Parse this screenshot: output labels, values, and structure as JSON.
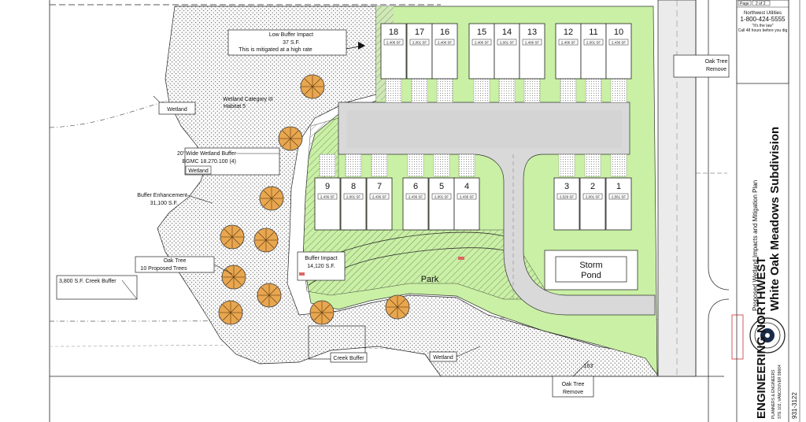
{
  "title_block": {
    "project_title": "White Oak Meadows Subdivision",
    "sheet_subtitle": "Proposed Wetland Impacts and Mitigation Plan",
    "page_label": "Page",
    "page_value": "2 of 2",
    "utility_name": "Northwest Utilities",
    "utility_phone": "1-800-424-5555",
    "utility_law": "\"It's the law\"",
    "utility_note": "Call 48 hours before you dig",
    "firm_name": "ENGINEERING NORTHWEST",
    "firm_line": "PLANNERS & ENGINEERS",
    "firm_address": "STE 102, VANCOUVER 98664",
    "firm_phone": "931-3122"
  },
  "callouts": {
    "low_buffer_title": "Low Buffer Impact",
    "low_buffer_area": "37 S.F.",
    "low_buffer_note": "This is mitigated at a high rate",
    "wetland": "Wetland",
    "wetland_category": "Wetland Category III",
    "habitat": "Habitat 5",
    "buffer_width": "20' Wide Wetland Buffer",
    "buffer_code": "BGMC 18.270.100 (4)",
    "buffer_enhancement": "Buffer Enhancement",
    "buffer_enhancement_area": "31,100 S.F.",
    "oak_tree": "Oak Tree",
    "proposed_trees": "10 Proposed Trees",
    "creek_buffer": "3,800 S.F. Creek Buffer",
    "creek_buffer_short": "Creek Buffer",
    "buffer_impact": "Buffer Impact",
    "buffer_impact_area": "14,120 S.F.",
    "park": "Park",
    "storm_pond_1": "Storm",
    "storm_pond_2": "Pond",
    "oak_tree_remove_1": "Oak Tree",
    "oak_tree_remove_2": "Remove",
    "oak_tree_remove_top_1": "Oak Tree",
    "oak_tree_remove_top_2": "Remove",
    "elevation": "163'"
  },
  "lots_top": [
    {
      "num": "18",
      "area": "2,406 SF"
    },
    {
      "num": "17",
      "area": "2,001 SF"
    },
    {
      "num": "16",
      "area": "2,406 SF"
    },
    {
      "num": "15",
      "area": "2,406 SF"
    },
    {
      "num": "14",
      "area": "2,001 SF"
    },
    {
      "num": "13",
      "area": "2,406 SF"
    },
    {
      "num": "12",
      "area": "2,406 SF"
    },
    {
      "num": "11",
      "area": "2,001 SF"
    },
    {
      "num": "10",
      "area": "2,436 SF"
    }
  ],
  "lots_bottom": [
    {
      "num": "9",
      "area": "2,436 SF"
    },
    {
      "num": "8",
      "area": "2,001 SF"
    },
    {
      "num": "7",
      "area": "2,436 SF"
    },
    {
      "num": "6",
      "area": "2,436 SF"
    },
    {
      "num": "5",
      "area": "2,001 SF"
    },
    {
      "num": "4",
      "area": "2,436 SF"
    },
    {
      "num": "3",
      "area": "2,529 SF"
    },
    {
      "num": "2",
      "area": "2,001 SF"
    },
    {
      "num": "1",
      "area": "2,561 SF"
    }
  ],
  "colors": {
    "lawn": "#c9f0a4",
    "road": "#d9d9d9",
    "tree": "#e8a64f",
    "buffer": "#f2f2f2"
  }
}
